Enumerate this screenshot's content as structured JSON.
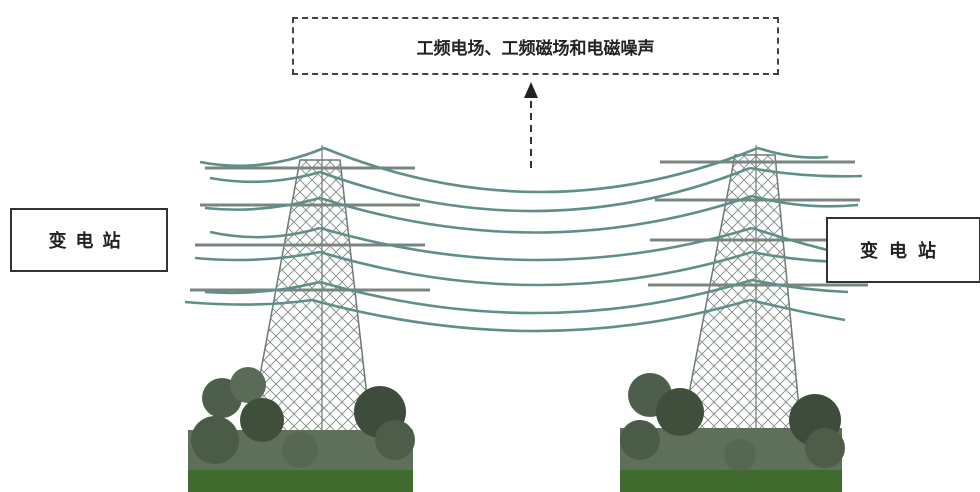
{
  "emission_label": "工频电场、工频磁场和电磁噪声",
  "substation_left": "变电站",
  "substation_right": "变电站"
}
